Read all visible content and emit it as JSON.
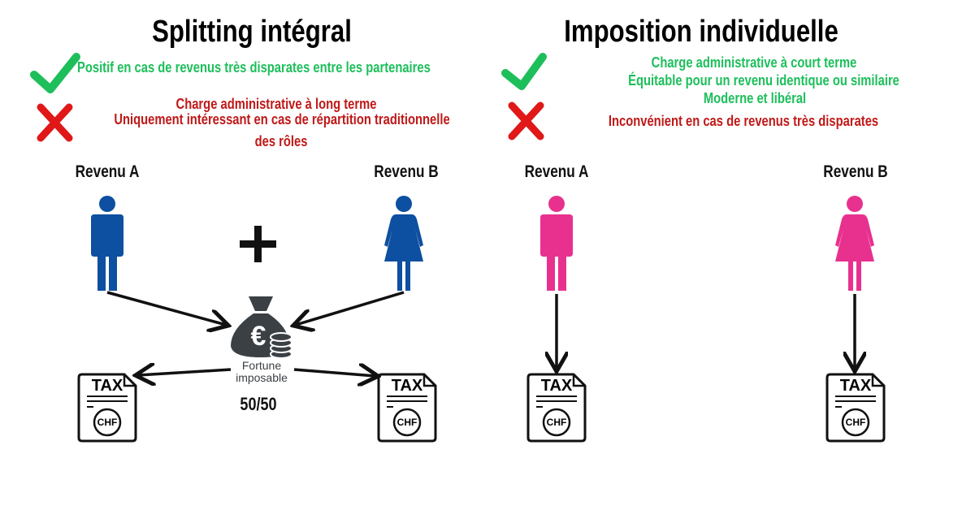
{
  "left": {
    "title": "Splitting intégral",
    "pros": [
      "Positif en cas de revenus très disparates entre les partenaires"
    ],
    "cons": [
      "Charge administrative à long terme",
      "Uniquement intéressant en cas de répartition traditionnelle",
      "des rôles"
    ],
    "income_a": "Revenu A",
    "income_b": "Revenu B",
    "pool_label_1": "Fortune",
    "pool_label_2": "imposable",
    "split": "50/50"
  },
  "right": {
    "title": "Imposition individuelle",
    "pros": [
      "Charge administrative à court terme",
      "Équitable pour un revenu identique ou similaire",
      "Moderne et libéral"
    ],
    "cons": [
      "Inconvénient en cas de revenus très disparates"
    ],
    "income_a": "Revenu A",
    "income_b": "Revenu B"
  },
  "tax_doc": {
    "title": "TAX",
    "currency": "CHF"
  },
  "colors": {
    "green": "#1dbf5b",
    "red": "#c01818",
    "blue": "#0d4fa0",
    "pink": "#e8318f",
    "dark": "#3b4045"
  }
}
